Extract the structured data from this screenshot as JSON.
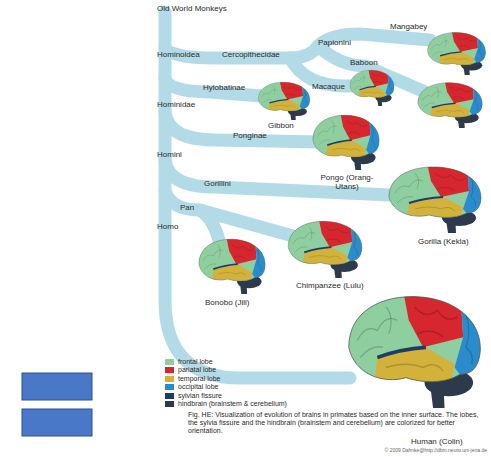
{
  "diagram": {
    "caption": "Fig. HE: Visualization of evolution of brains in primates based on the inner surface. The lobes, the sylvia fissure and the hindbrain (brainstem and cerebellum) are colorized for better orientation.",
    "labels": [
      "Old World Monkeys",
      "Mangabey",
      "Papionini",
      "Baboon",
      "Hominoidea",
      "Cercopithecidae",
      "Macaque",
      "Hylobatinae",
      "Hominidae",
      "Gibbon",
      "Ponginae",
      "Pongo (Orang-Utans)",
      "Homini",
      "Gorillini",
      "Pan",
      "Homo",
      "Gorilla (Kekla)",
      "Chimpanzee (Lulu)",
      "Bonobo (Jill)",
      "Human (Colin)",
      "© 2009 Dahnke@http://dbm.neuro.uni-jena.de"
    ],
    "legend": [
      {
        "text": "frontal lobe",
        "color": "#8fcf9f"
      },
      {
        "text": "pariatal lobe",
        "color": "#d6262e"
      },
      {
        "text": "temporal lobe",
        "color": "#d3b23b"
      },
      {
        "text": "occipital lobe",
        "color": "#2a8ccc"
      },
      {
        "text": "sylvian fissure",
        "color": "#1e3d66"
      },
      {
        "text": "hindbrain (brainstem & cerebellum)",
        "color": "#2c3a4b"
      }
    ]
  }
}
